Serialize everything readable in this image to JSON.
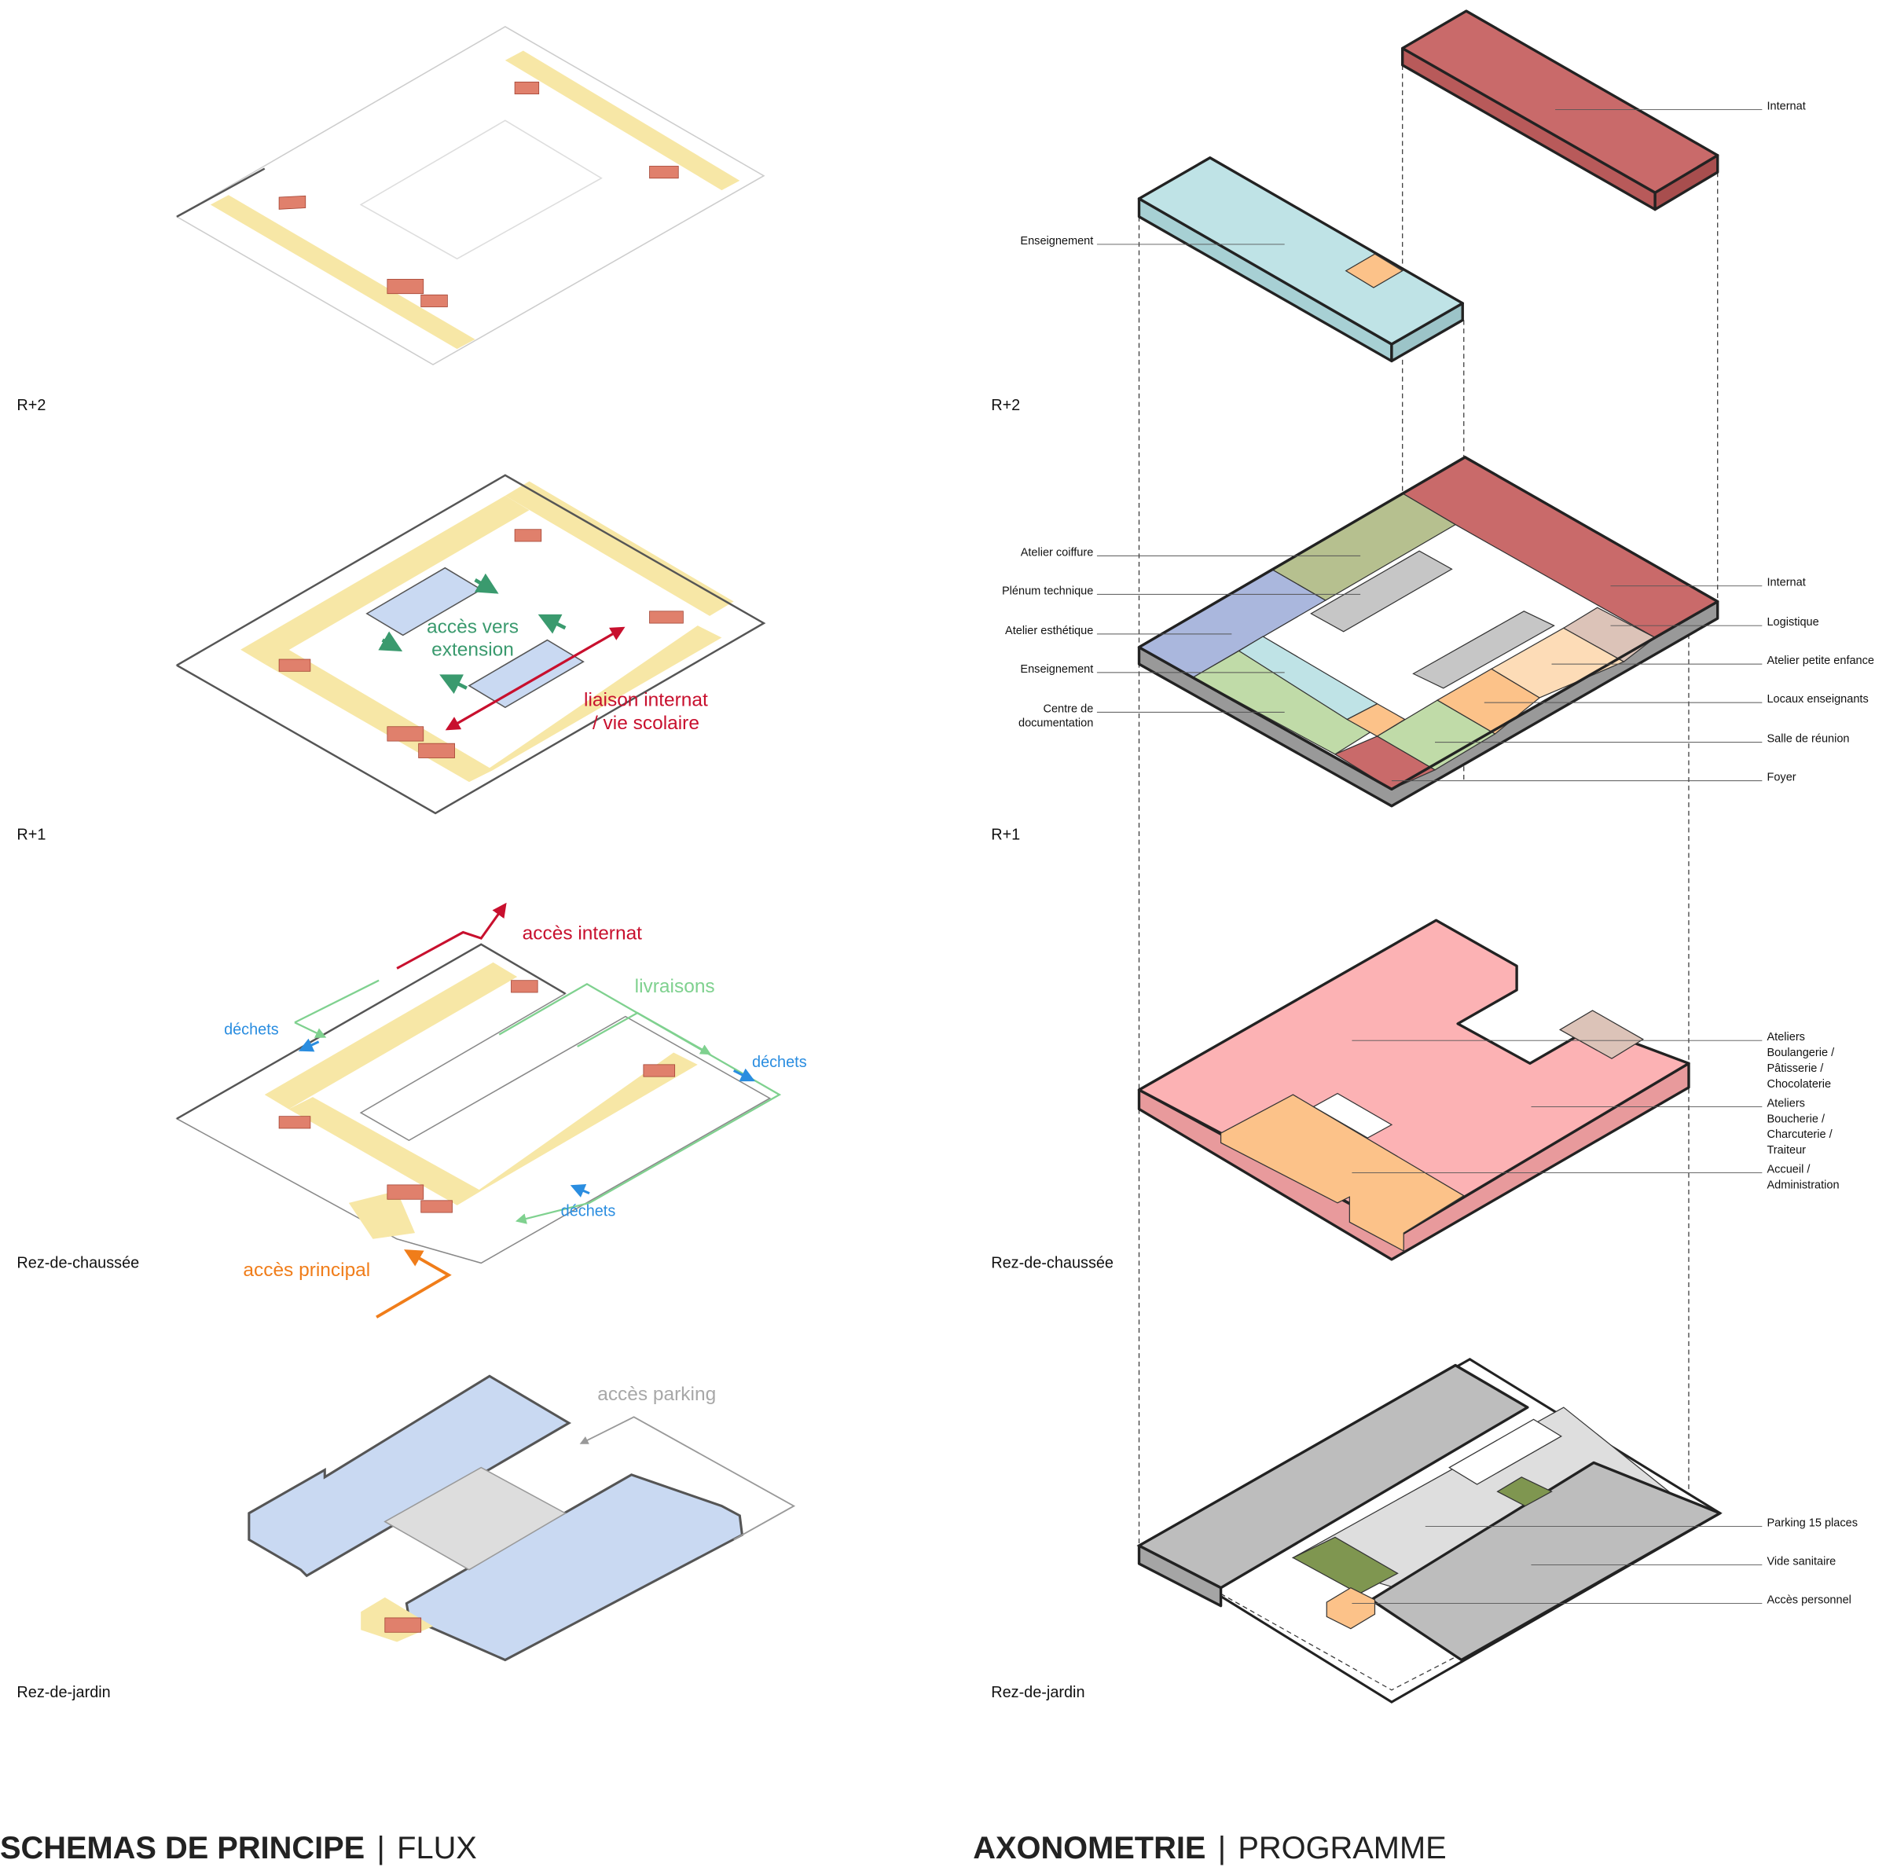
{
  "left_panel": {
    "title_bold": "SCHEMAS DE PRINCIPE",
    "separator": "|",
    "title_light": "FLUX",
    "levels": [
      "R+2",
      "R+1",
      "Rez-de-chaussée",
      "Rez-de-jardin"
    ],
    "annotations": {
      "acces_extension": [
        "accès vers",
        "extension"
      ],
      "liaison": [
        "liaison internat",
        "/ vie scolaire"
      ],
      "acces_internat": "accès internat",
      "livraisons": "livraisons",
      "dechets": "déchets",
      "acces_principal": "accès principal",
      "acces_parking": "accès parking"
    },
    "colors": {
      "extension": "#3a9a6e",
      "liaison": "#c8102e",
      "livraisons": "#7fd18f",
      "dechets": "#2a8de0",
      "principal": "#f07d1a",
      "parking": "#a8a8a8",
      "corridor": "#f7e7a6"
    }
  },
  "right_panel": {
    "title_bold": "AXONOMETRIE",
    "separator": "|",
    "title_light": "PROGRAMME",
    "levels": [
      "R+2",
      "R+1",
      "Rez-de-chaussée",
      "Rez-de-jardin"
    ],
    "r2_labels": {
      "internat": "Internat",
      "enseignement": "Enseignement"
    },
    "r1_labels_left": [
      "Atelier coiffure",
      "Plénum technique",
      "Atelier esthétique",
      "Enseignement",
      [
        "Centre de",
        "documentation"
      ]
    ],
    "r1_labels_right": [
      "Internat",
      "Logistique",
      "Atelier petite enfance",
      "Locaux enseignants",
      "Salle de réunion",
      "Foyer"
    ],
    "rdc_labels": [
      [
        "Ateliers",
        "Boulangerie /",
        "Pâtisserie /",
        "Chocolaterie"
      ],
      [
        "Ateliers",
        "Boucherie /",
        "Charcuterie /",
        "Traiteur"
      ],
      [
        "Accueil /",
        "Administration"
      ]
    ],
    "rdj_labels": [
      "Parking 15 places",
      "Vide sanitaire",
      "Accès personnel"
    ],
    "colors": {
      "internat": "#c96a6a",
      "enseignement": "#bfe3e6",
      "coiffure": "#b6c08f",
      "esthetique": "#aab7dd",
      "plenum": "#bdbdbd",
      "documentation": "#c0dba8",
      "orange": "#fcc289",
      "logistique": "#dcc3b8",
      "pink": "#fcb2b4",
      "grey": "#c6c6c6",
      "green": "#7f9650"
    }
  }
}
